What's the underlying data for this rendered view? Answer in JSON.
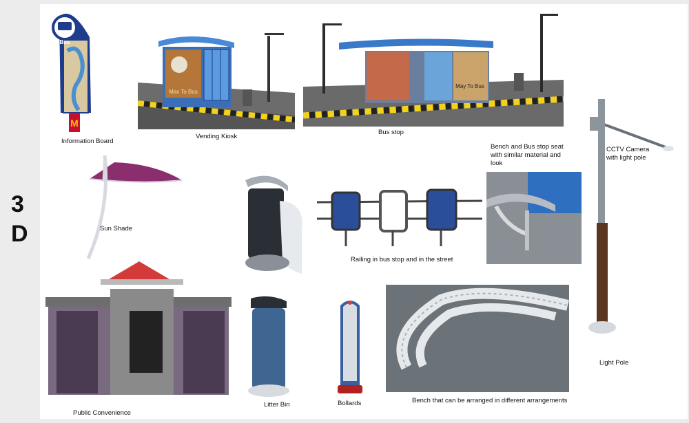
{
  "side_label": {
    "line1": "3",
    "line2": "D"
  },
  "captions": {
    "information_board": "Information Board",
    "vending_kiosk": "Vending Kiosk",
    "bus_stop": "Bus stop",
    "bench_seat": "Bench and Bus stop seat with similar material and look",
    "cctv": "CCTV Camera with light pole",
    "sun_shade": "Sun Shade",
    "railing": "Railing in bus stop and in the street",
    "public_convenience": "Public Convenience",
    "litter_bin": "Litter Bin",
    "bollards": "Bollards",
    "bench_arrange": "Bench  that can be arranged in different arrangements",
    "light_pole": "Light Pole"
  },
  "signage": {
    "bus": "Bus",
    "m_logo": "M",
    "kiosk_sign": "Max To Bus",
    "bus_ad": "May To Bus"
  },
  "colors": {
    "hazard_yellow": "#f2d21b",
    "shelter_blue": "#3a78c8",
    "roof_red": "#d33a3a",
    "pole_dark": "#2b2b2b",
    "wood_brown": "#5a3520"
  }
}
